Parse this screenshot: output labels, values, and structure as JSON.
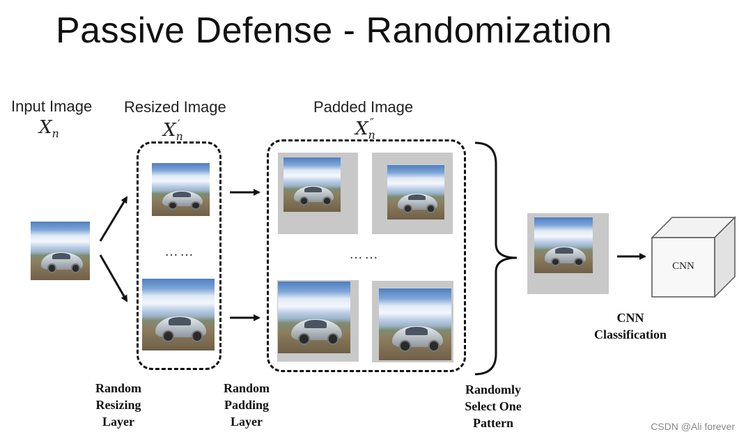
{
  "title": "Passive Defense - Randomization",
  "stages": {
    "input": {
      "label": "Input Image",
      "symbol": "X",
      "subscript": "n",
      "prime": ""
    },
    "resized": {
      "label": "Resized Image",
      "symbol": "X",
      "subscript": "n",
      "prime": "′"
    },
    "padded": {
      "label": "Padded Image",
      "symbol": "X",
      "subscript": "n",
      "prime": "″"
    }
  },
  "ellipsis": "……",
  "layers": {
    "resizing": [
      "Random",
      "Resizing",
      "Layer"
    ],
    "padding": [
      "Random",
      "Padding",
      "Layer"
    ],
    "select": [
      "Randomly",
      "Select One",
      "Pattern"
    ],
    "classification": [
      "CNN",
      "Classification"
    ]
  },
  "cnn_box_label": "CNN",
  "watermark": "CSDN @Ali forever",
  "colors": {
    "pad_gray": "#c8c8c8",
    "line": "#111111"
  }
}
